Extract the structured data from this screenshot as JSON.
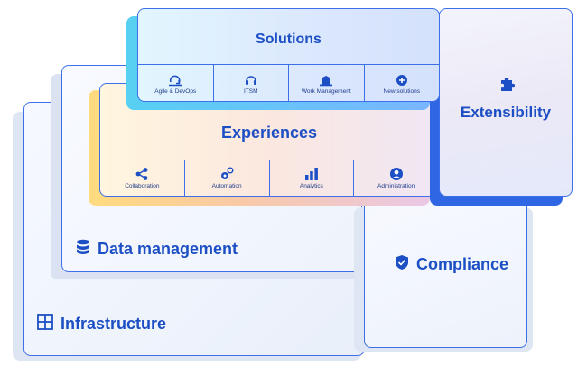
{
  "layers": {
    "solutions": {
      "title": "Solutions",
      "items": [
        {
          "label": "Agile & DevOps",
          "icon": "cycle-icon"
        },
        {
          "label": "ITSM",
          "icon": "headset-icon"
        },
        {
          "label": "Work Management",
          "icon": "building-icon"
        },
        {
          "label": "New solutions",
          "icon": "plus-circle-icon"
        }
      ]
    },
    "experiences": {
      "title": "Experiences",
      "items": [
        {
          "label": "Collaboration",
          "icon": "share-nodes-icon"
        },
        {
          "label": "Automation",
          "icon": "gears-icon"
        },
        {
          "label": "Analytics",
          "icon": "bar-chart-icon"
        },
        {
          "label": "Administration",
          "icon": "user-circle-icon"
        }
      ]
    },
    "extensibility": {
      "title": "Extensibility",
      "icon": "puzzle-icon"
    },
    "data_management": {
      "title": "Data management",
      "icon": "database-icon"
    },
    "compliance": {
      "title": "Compliance",
      "icon": "shield-check-icon"
    },
    "infrastructure": {
      "title": "Infrastructure",
      "icon": "grid-icon"
    }
  },
  "colors": {
    "accent": "#1d4fc4",
    "border": "#3d6fe8",
    "extensibility_shadow": "#2f66e4",
    "solutions_gradient_start": "#57d0f2",
    "experiences_gradient_start": "#ffdb7e"
  }
}
